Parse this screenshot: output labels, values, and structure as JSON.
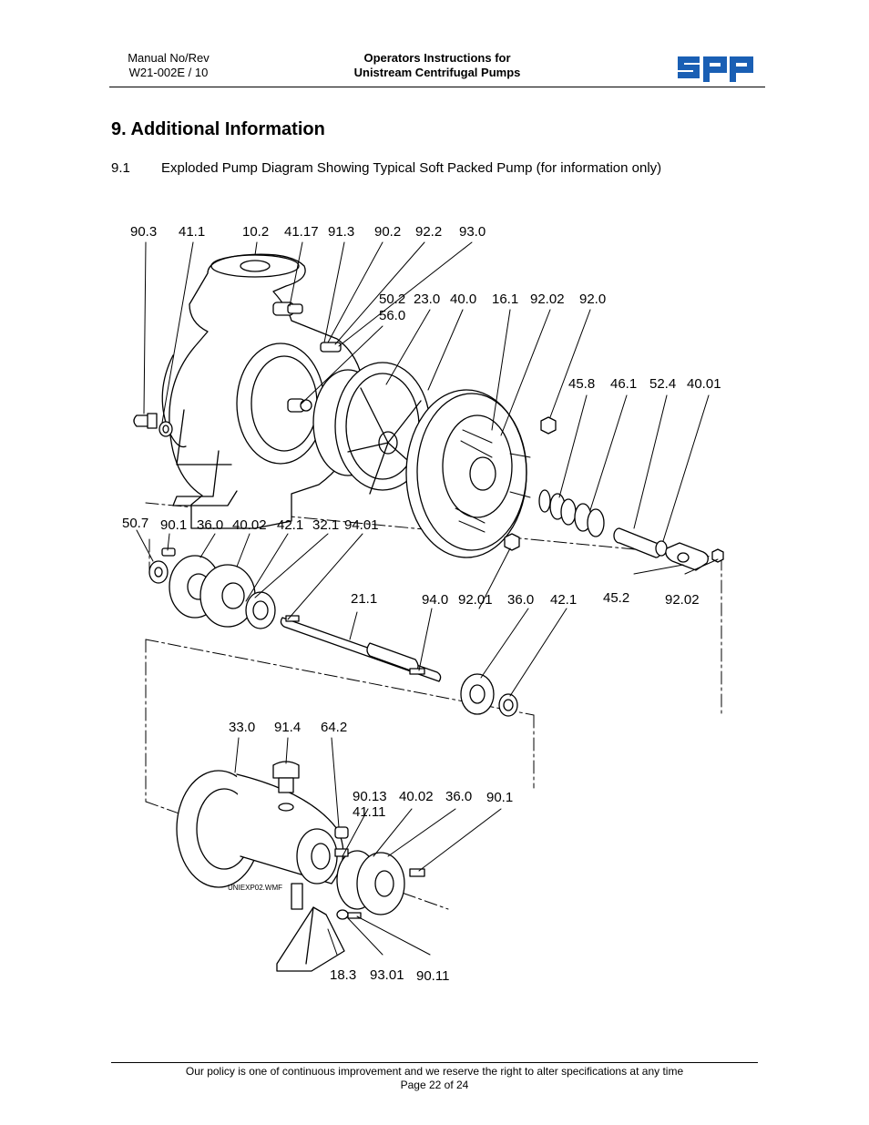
{
  "header": {
    "manual_label": "Manual No/Rev",
    "manual_value": "W21-002E / 10",
    "title_line1": "Operators Instructions for",
    "title_line2": "Unistream Centrifugal Pumps",
    "logo_text": "spp"
  },
  "section": {
    "title": "9.  Additional Information",
    "subsection_number": "9.1",
    "subsection_title": "Exploded Pump Diagram Showing Typical Soft Packed Pump (for information only)"
  },
  "diagram": {
    "labels": [
      {
        "id": "l-90-3",
        "text": "90.3"
      },
      {
        "id": "l-41-1",
        "text": "41.1"
      },
      {
        "id": "l-10-2",
        "text": "10.2"
      },
      {
        "id": "l-41-17",
        "text": "41.17"
      },
      {
        "id": "l-91-3",
        "text": "91.3"
      },
      {
        "id": "l-90-2",
        "text": "90.2"
      },
      {
        "id": "l-92-2",
        "text": "92.2"
      },
      {
        "id": "l-93-0",
        "text": "93.0"
      },
      {
        "id": "l-50-2",
        "text": "50.2"
      },
      {
        "id": "l-56-0",
        "text": "56.0"
      },
      {
        "id": "l-23-0",
        "text": "23.0"
      },
      {
        "id": "l-40-0",
        "text": "40.0"
      },
      {
        "id": "l-16-1",
        "text": "16.1"
      },
      {
        "id": "l-92-02a",
        "text": "92.02"
      },
      {
        "id": "l-92-0",
        "text": "92.0"
      },
      {
        "id": "l-45-8",
        "text": "45.8"
      },
      {
        "id": "l-46-1",
        "text": "46.1"
      },
      {
        "id": "l-52-4",
        "text": "52.4"
      },
      {
        "id": "l-40-01",
        "text": "40.01"
      },
      {
        "id": "l-50-7",
        "text": "50.7"
      },
      {
        "id": "l-90-1a",
        "text": "90.1"
      },
      {
        "id": "l-36-0a",
        "text": "36.0"
      },
      {
        "id": "l-40-02a",
        "text": "40.02"
      },
      {
        "id": "l-42-1a",
        "text": "42.1"
      },
      {
        "id": "l-32-1",
        "text": "32.1"
      },
      {
        "id": "l-94-01",
        "text": "94.01"
      },
      {
        "id": "l-21-1",
        "text": "21.1"
      },
      {
        "id": "l-94-0",
        "text": "94.0"
      },
      {
        "id": "l-92-01",
        "text": "92.01"
      },
      {
        "id": "l-36-0b",
        "text": "36.0"
      },
      {
        "id": "l-42-1b",
        "text": "42.1"
      },
      {
        "id": "l-45-2",
        "text": "45.2"
      },
      {
        "id": "l-92-02b",
        "text": "92.02"
      },
      {
        "id": "l-33-0",
        "text": "33.0"
      },
      {
        "id": "l-91-4",
        "text": "91.4"
      },
      {
        "id": "l-64-2",
        "text": "64.2"
      },
      {
        "id": "l-90-13",
        "text": "90.13"
      },
      {
        "id": "l-41-11",
        "text": "41.11"
      },
      {
        "id": "l-40-02b",
        "text": "40.02"
      },
      {
        "id": "l-36-0c",
        "text": "36.0"
      },
      {
        "id": "l-90-1b",
        "text": "90.1"
      },
      {
        "id": "l-file",
        "text": "UNIEXP02.WMF"
      },
      {
        "id": "l-18-3",
        "text": "18.3"
      },
      {
        "id": "l-93-01",
        "text": "93.01"
      },
      {
        "id": "l-90-11",
        "text": "90.11"
      }
    ]
  },
  "footer": {
    "policy": "Our policy is one of continuous improvement and we reserve the right to alter specifications at any time",
    "page": "Page 22 of 24"
  }
}
